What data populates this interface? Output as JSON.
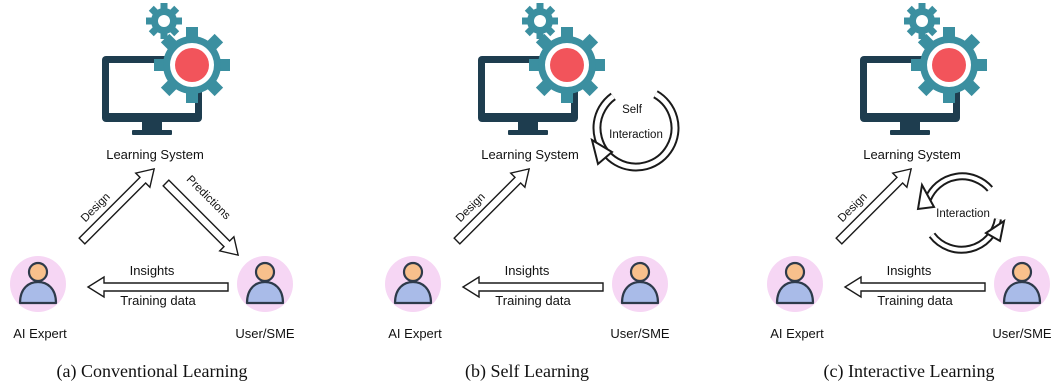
{
  "colors": {
    "monitor": "#1e3d4f",
    "gear": "#3b8fa0",
    "gear_center": "#f2545b",
    "person_halo": "#f6d6f4",
    "person_head": "#f8c08c",
    "person_body": "#a9bbe8",
    "person_outline": "#2e3a4a"
  },
  "icons": [
    "monitor-icon",
    "gear-icon",
    "person-icon",
    "circular-arrows-icon"
  ],
  "panels": [
    {
      "system_label": "Learning System",
      "design_label": "Design",
      "predictions_label": "Predictions",
      "insights_label": "Insights",
      "training_label": "Training data",
      "expert_label": "AI Expert",
      "user_label": "User/SME",
      "caption": "(a)  Conventional Learning"
    },
    {
      "system_label": "Learning System",
      "design_label": "Design",
      "cycle_line1": "Self",
      "cycle_line2": "Interaction",
      "insights_label": "Insights",
      "training_label": "Training data",
      "expert_label": "AI Expert",
      "user_label": "User/SME",
      "caption": "(b)  Self Learning"
    },
    {
      "system_label": "Learning System",
      "design_label": "Design",
      "cycle_label": "Interaction",
      "insights_label": "Insights",
      "training_label": "Training data",
      "expert_label": "AI Expert",
      "user_label": "User/SME",
      "caption": "(c)  Interactive Learning"
    }
  ]
}
